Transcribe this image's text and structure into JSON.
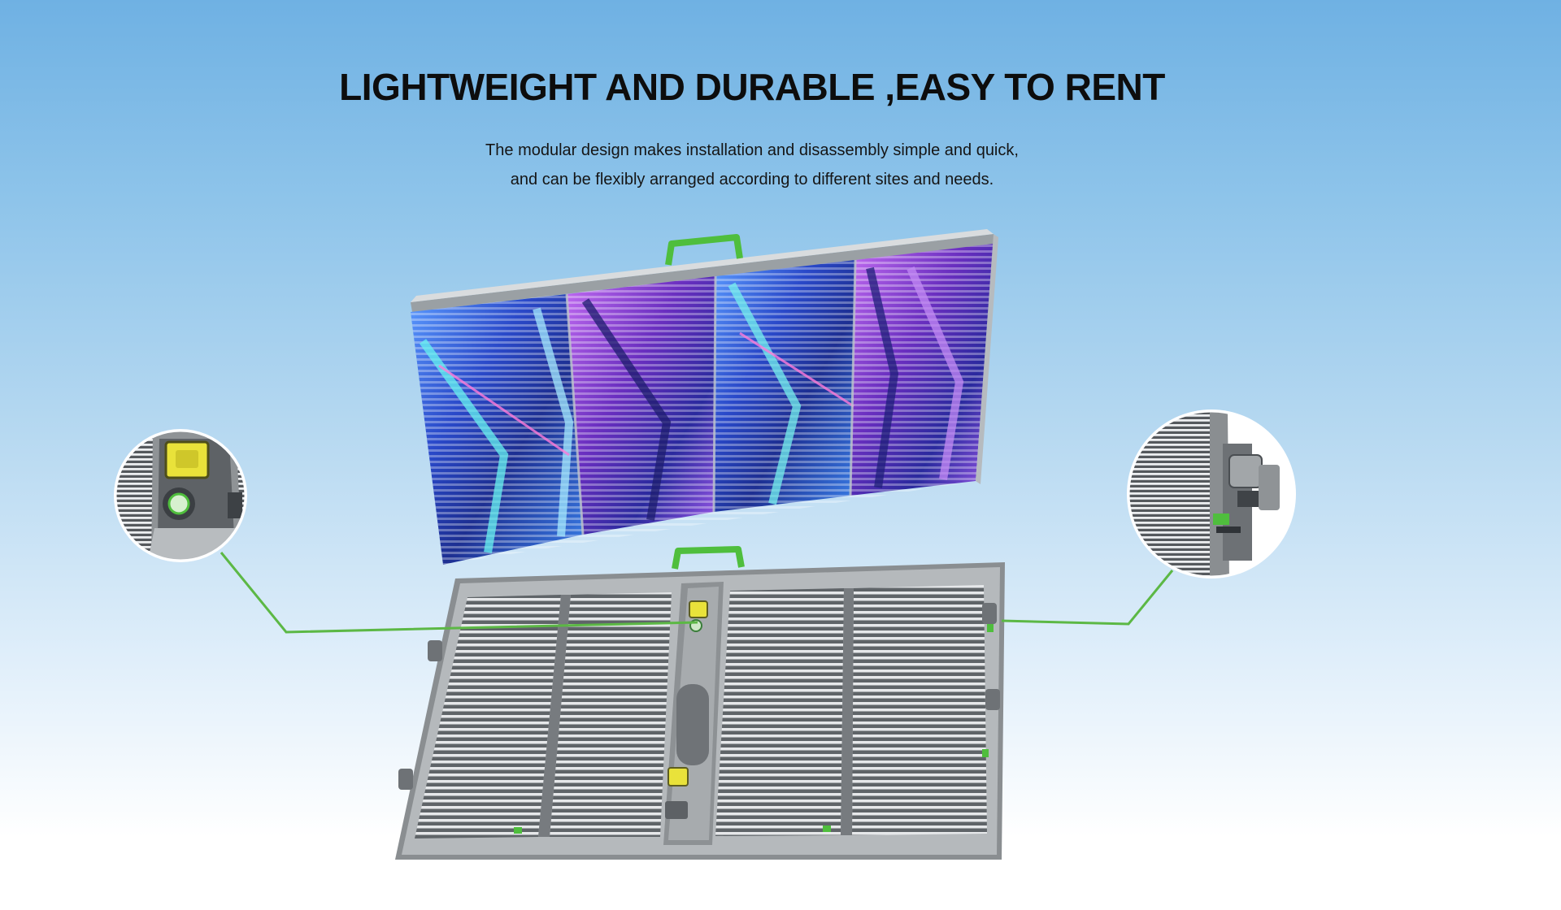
{
  "hero": {
    "title": "LIGHTWEIGHT AND DURABLE ,EASY TO RENT",
    "description_line1": "The modular design makes installation and disassembly simple and quick,",
    "description_line2": "and can be flexibly arranged according to different sites and needs."
  },
  "illustration": {
    "front_panel_icon": "led-screen-front-icon",
    "back_panel_icon": "led-cabinet-back-icon",
    "left_callout_icon": "power-connector-detail-icon",
    "right_callout_icon": "lock-latch-detail-icon",
    "colors": {
      "handle": "#4fbe3d",
      "connector": "#e9e23a",
      "callout_line": "#5cb845",
      "frame": "#8a8e91",
      "screen_blue": "#2f5fd8",
      "screen_purple": "#8a3fd0"
    }
  }
}
